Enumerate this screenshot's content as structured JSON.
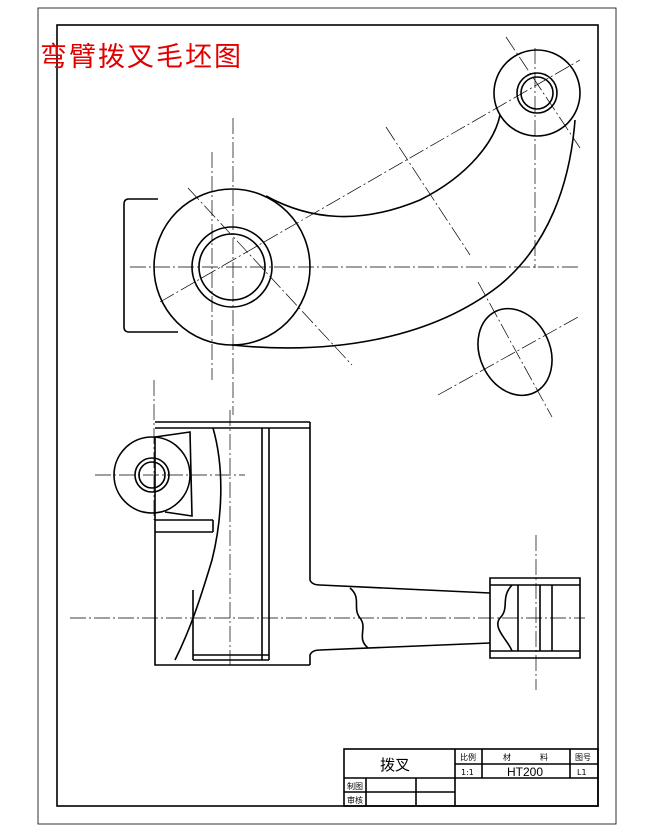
{
  "drawing": {
    "title": "弯臂拨叉毛坯图",
    "title_color": "#e00000",
    "line_color": "#000000"
  },
  "title_block": {
    "part_name": "拨叉",
    "scale_header": "比例",
    "scale_value": "1:1",
    "material_header_left": "材",
    "material_header_right": "料",
    "material_value": "HT200",
    "drawing_no_header": "图号",
    "drawing_no_value": "L1",
    "drawn_label": "制图",
    "checked_label": "审核"
  }
}
